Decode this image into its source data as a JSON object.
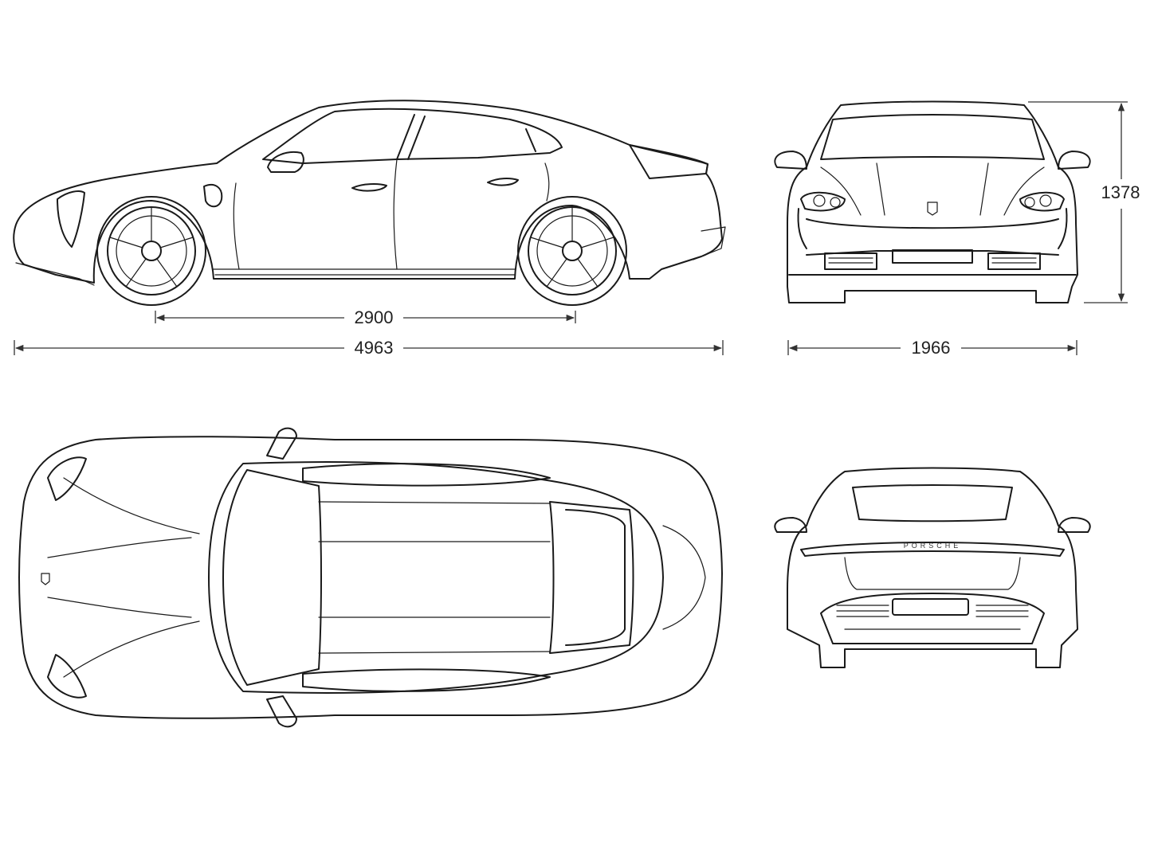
{
  "dimensions": {
    "length": "4963",
    "wheelbase": "2900",
    "width": "1966",
    "height": "1378"
  },
  "rear_badge": "PORSCHE",
  "colors": {
    "line": "#1a1a1a",
    "dimension": "#333333",
    "background": "#ffffff"
  }
}
